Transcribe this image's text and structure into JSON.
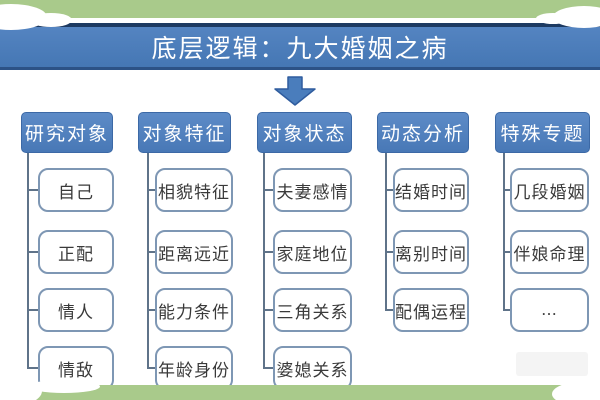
{
  "title": "底层逻辑：九大婚姻之病",
  "arrow_icon": "down-arrow",
  "colors": {
    "banner_green": "#a9ca8b",
    "header_blue": "#4a7dbc",
    "title_border_dark": "#1d3a61",
    "box_border": "#7e97b4",
    "connector_line": "#5f7389",
    "item_text": "#3a3a3a",
    "header_text": "#ffffff"
  },
  "columns": [
    {
      "title": "研究对象",
      "items": [
        "自己",
        "正配",
        "情人",
        "情敌"
      ]
    },
    {
      "title": "对象特征",
      "items": [
        "相貌特征",
        "距离远近",
        "能力条件",
        "年龄身份"
      ]
    },
    {
      "title": "对象状态",
      "items": [
        "夫妻感情",
        "家庭地位",
        "三角关系",
        "婆媳关系"
      ]
    },
    {
      "title": "动态分析",
      "items": [
        "结婚时间",
        "离别时间",
        "配偶运程"
      ]
    },
    {
      "title": "特殊专题",
      "items": [
        "几段婚姻",
        "伴娘命理",
        "..."
      ]
    }
  ]
}
